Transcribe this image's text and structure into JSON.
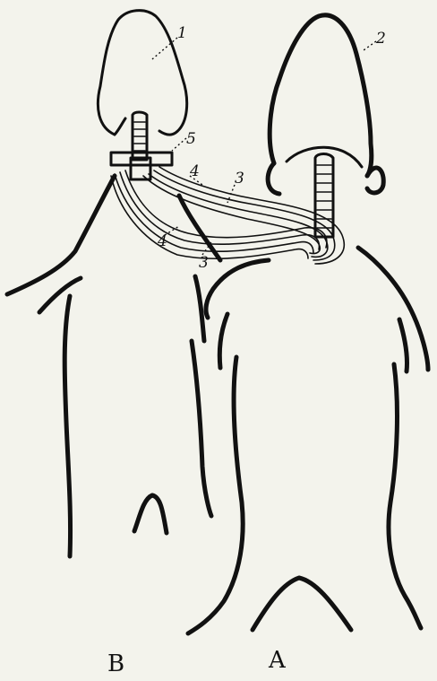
{
  "figure": {
    "labels": [
      "1",
      "2",
      "3",
      "3",
      "4",
      "4",
      "5"
    ],
    "captions": {
      "left": "B",
      "right": "A"
    }
  }
}
